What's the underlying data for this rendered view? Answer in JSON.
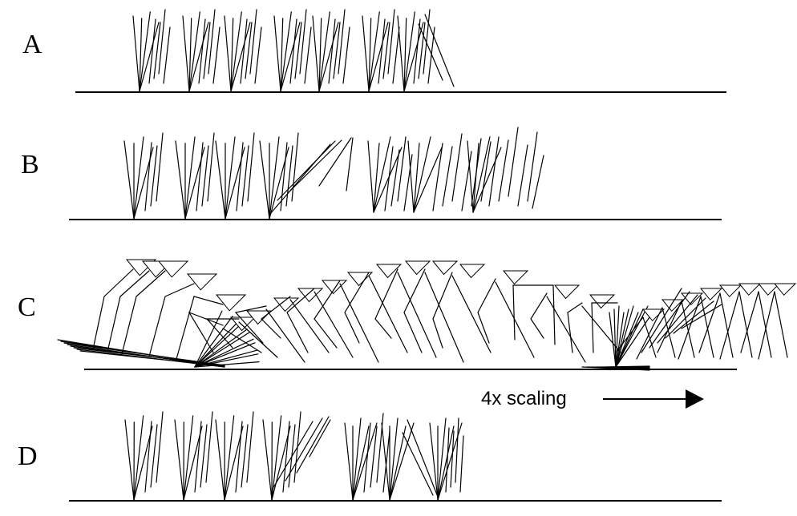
{
  "panels": [
    {
      "id": "A",
      "label": "A"
    },
    {
      "id": "B",
      "label": "B"
    },
    {
      "id": "C",
      "label": "C"
    },
    {
      "id": "D",
      "label": "D"
    }
  ],
  "scale_annotation": {
    "text": "4x  scaling"
  }
}
